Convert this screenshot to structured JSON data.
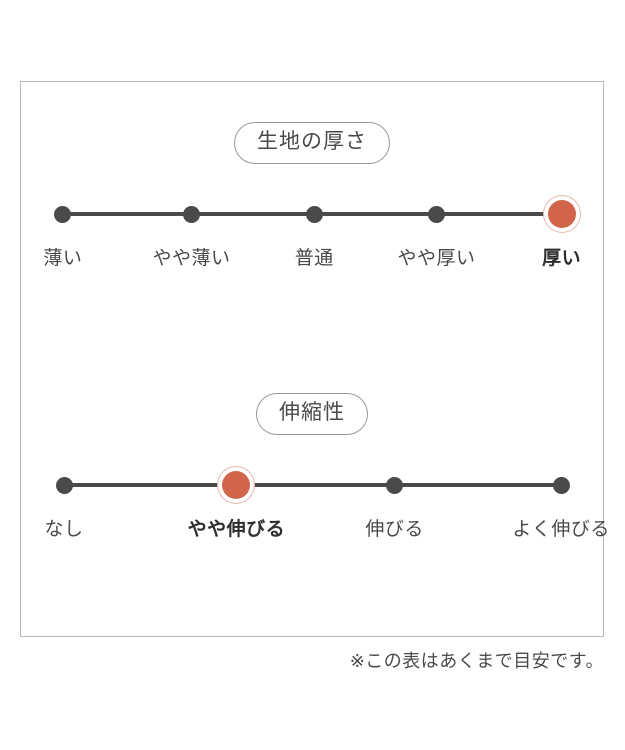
{
  "chart_data": [
    {
      "type": "scale",
      "id": "thickness",
      "title": "生地の厚さ",
      "categories": [
        "薄い",
        "やや薄い",
        "普通",
        "やや厚い",
        "厚い"
      ],
      "values": [
        1,
        2,
        3,
        4,
        5
      ],
      "selected_index": 4,
      "selected_label": "厚い",
      "xlabel": "",
      "ylabel": "",
      "grid": false,
      "legend": "none",
      "node_positions_pct": [
        7.2,
        29.3,
        50.4,
        71.4,
        92.9
      ],
      "colors": {
        "line": "#4a4a4a",
        "node": "#4a4a4a",
        "active": "#d1644a",
        "active_ring": "#e7b9ac"
      }
    },
    {
      "type": "scale",
      "id": "stretch",
      "title": "伸縮性",
      "categories": [
        "なし",
        "やや伸びる",
        "伸びる",
        "よく伸びる"
      ],
      "values": [
        1,
        2,
        3,
        4
      ],
      "selected_index": 1,
      "selected_label": "やや伸びる",
      "xlabel": "",
      "ylabel": "",
      "grid": false,
      "legend": "none",
      "node_positions_pct": [
        7.4,
        37.0,
        64.2,
        92.8
      ],
      "colors": {
        "line": "#4a4a4a",
        "node": "#4a4a4a",
        "active": "#d1644a",
        "active_ring": "#e7b9ac"
      }
    }
  ],
  "footnote": "※この表はあくまで目安です。"
}
